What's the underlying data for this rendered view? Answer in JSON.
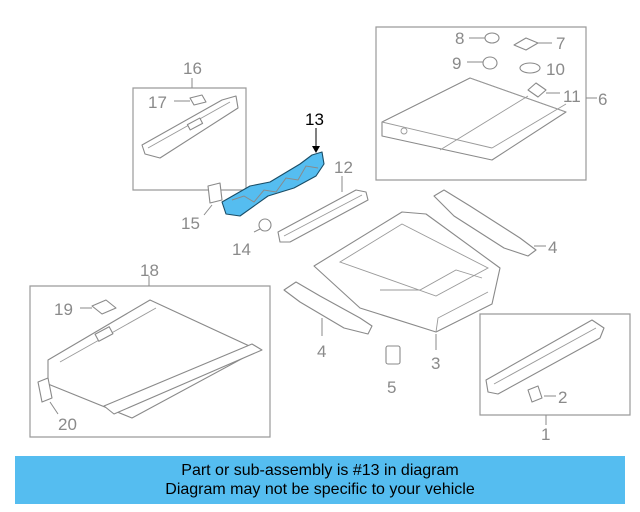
{
  "colors": {
    "highlight": "#55bdf0",
    "banner_bg": "#55bdf0",
    "part_stroke": "#8a8a8a",
    "callout_text": "#8a8a8a"
  },
  "callouts": {
    "c1": "1",
    "c2": "2",
    "c3": "3",
    "c4a": "4",
    "c4b": "4",
    "c5": "5",
    "c6": "6",
    "c7": "7",
    "c8": "8",
    "c9": "9",
    "c10": "10",
    "c11": "11",
    "c12": "12",
    "c13": "13",
    "c14": "14",
    "c15": "15",
    "c16": "16",
    "c17": "17",
    "c18": "18",
    "c19": "19",
    "c20": "20"
  },
  "banner": {
    "line1": "Part or sub-assembly is #13 in diagram",
    "line2": "Diagram may not be specific to your vehicle"
  }
}
